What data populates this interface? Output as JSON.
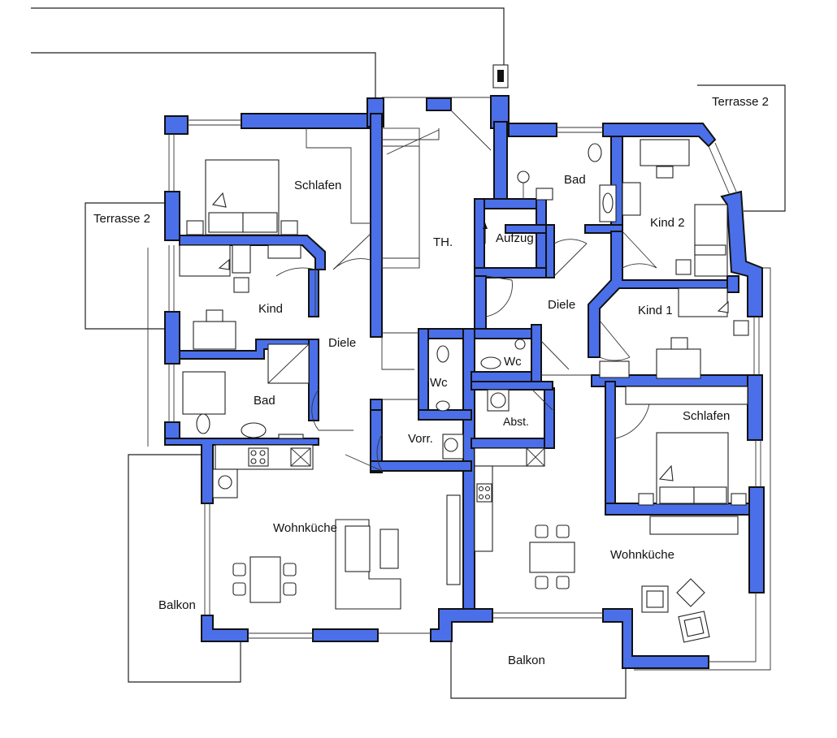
{
  "plan": {
    "colors": {
      "wall": "#4a6fe8",
      "line": "#222222",
      "background": "#ffffff"
    },
    "labels": {
      "terrasse_ne": "Terrasse 2",
      "terrasse_w": "Terrasse 2",
      "schlafen_left": "Schlafen",
      "kind_left": "Kind",
      "bad_left": "Bad",
      "diele_left": "Diele",
      "treppenhaus": "TH.",
      "aufzug": "Aufzug",
      "bad_right": "Bad",
      "kind2": "Kind 2",
      "diele_right": "Diele",
      "kind1": "Kind 1",
      "wc_left": "Wc",
      "wc_right": "Wc",
      "abst": "Abst.",
      "vorr": "Vorr.",
      "schlafen_right": "Schlafen",
      "wohnkueche_left": "Wohnküche",
      "wohnkueche_right": "Wohnküche",
      "balkon_left": "Balkon",
      "balkon_right": "Balkon"
    }
  }
}
